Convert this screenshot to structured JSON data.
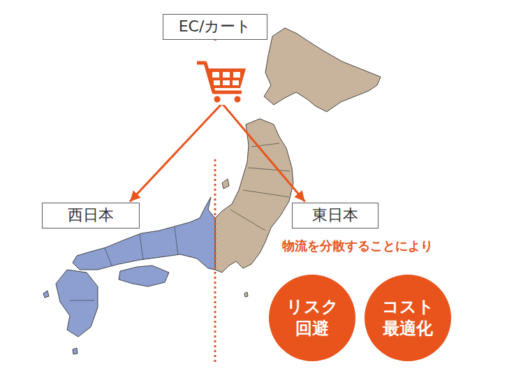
{
  "diagram": {
    "nodes": [
      {
        "text": [
          "EC/カート"
        ]
      },
      {
        "text": [
          "西日本"
        ]
      },
      {
        "text": [
          "東日本"
        ]
      },
      {
        "text": [
          "リスク 回避"
        ]
      },
      {
        "text": [
          "コスト 最適化"
        ]
      }
    ],
    "edges": [
      {
        "from": 0,
        "to": 1,
        "arrow": "to"
      },
      {
        "from": 0,
        "to": 2,
        "arrow": "to"
      }
    ],
    "labels": [
      "物流を分散することにより"
    ]
  }
}
